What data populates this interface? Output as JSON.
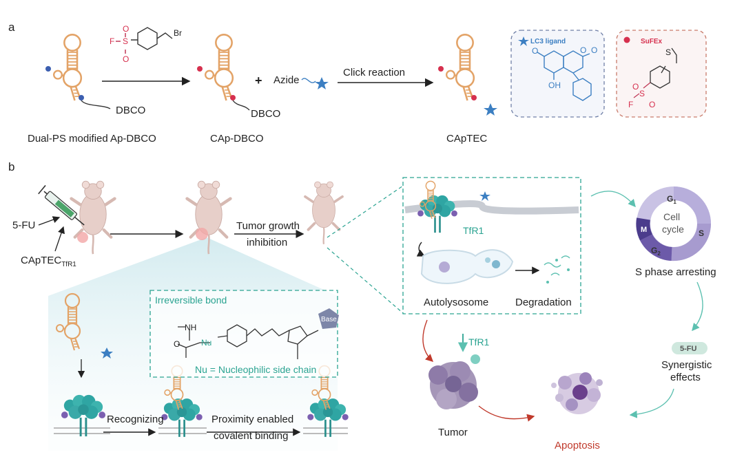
{
  "panels": {
    "a": "a",
    "b": "b"
  },
  "panel_a": {
    "reagent_labels": {
      "fluoro": "F",
      "sulfur": "S",
      "oxygen": "O",
      "bromo": "Br"
    },
    "dbco_1": "DBCO",
    "dbco_2": "DBCO",
    "plus": "+",
    "azide": "Azide",
    "click_reaction": "Click reaction",
    "captions": {
      "dual_ps": "Dual-PS modified Ap-DBCO",
      "cap_dbco": "CAp-DBCO",
      "captec": "CApTEC"
    },
    "lc3_box": {
      "title": "LC3 ligand",
      "oh": "OH",
      "o1": "O",
      "o2": "O",
      "o3": "O"
    },
    "sufex_box": {
      "title": "SuFEx",
      "s": "S",
      "f": "F",
      "o1": "O",
      "s2": "S",
      "o2": "O"
    }
  },
  "panel_b": {
    "five_fu": "5-FU",
    "captec_label": "CApTEC",
    "captec_sub": "TfR1",
    "tumor_growth_1": "Tumor growth",
    "tumor_growth_2": "inhibition",
    "irreversible_bond": "Irreversible bond",
    "base": "Base",
    "nh": "NH",
    "o_carbonyl": "O",
    "nu_atom": "Nu",
    "nu_definition": "Nu = Nucleophilic side chain",
    "recognizing": "Recognizing",
    "proximity_1": "Proximity enabled",
    "proximity_2": "covalent binding",
    "tfr1_membrane": "TfR1",
    "autolysosome": "Autolysosome",
    "degradation": "Degradation",
    "cell_cycle_1": "Cell",
    "cell_cycle_2": "cycle",
    "phase_g1": "G",
    "phase_g1_sub": "1",
    "phase_s": "S",
    "phase_g2": "G",
    "phase_g2_sub": "2",
    "phase_m": "M",
    "s_phase": "S phase arresting",
    "five_fu_badge": "5-FU",
    "synergistic_1": "Synergistic",
    "synergistic_2": "effects",
    "tfr1_tumor": "TfR1",
    "tumor": "Tumor",
    "apoptosis": "Apoptosis"
  },
  "colors": {
    "aptamer": "#e3a367",
    "teal": "#2aa391",
    "receptor": "#2fa5a3",
    "lc3_blue": "#3c7fc2",
    "sufex_red": "#d6304e",
    "apoptosis_red": "#c0392b",
    "cell_cycle": "#a79bcf",
    "tumor_purple": "#8e7ba8"
  },
  "icons": [
    "syringe-icon",
    "mouse-icon",
    "aptamer-icon",
    "star-icon",
    "receptor-icon",
    "tumor-icon",
    "cell-cycle-ring-icon"
  ]
}
